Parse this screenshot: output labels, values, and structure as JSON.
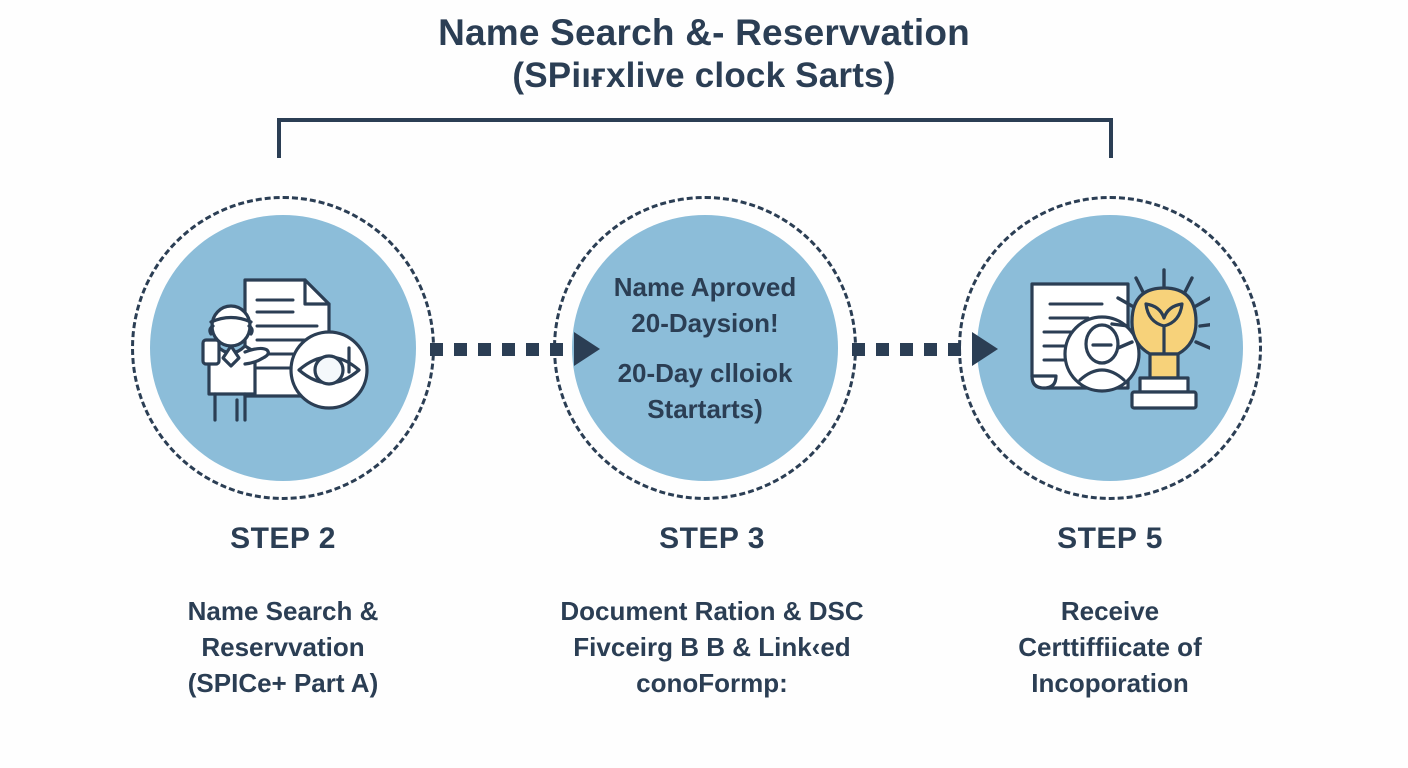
{
  "header": {
    "title_line1": "Name Search &- Reservvation",
    "title_line2": "(SPiıғxlive clock Sarts)"
  },
  "colors": {
    "ink": "#2b3e54",
    "disc_blue": "#8cbdd9",
    "bulb_yellow": "#f7d27a",
    "background": "#fefefe",
    "paper": "#ffffff"
  },
  "steps": [
    {
      "id": "step-2",
      "step_label": "STEP 2",
      "description_lines": [
        "Name Search &",
        "Reservvation",
        "(SPICe+ Part A)"
      ],
      "icon": "person-document-eye-icon",
      "bubble_text": null
    },
    {
      "id": "step-3",
      "step_label": "STEP 3",
      "description_lines": [
        "Document Ration & DSC",
        "Fivceirg B B &  Link‹ed",
        "conoFormp:"
      ],
      "icon": "text-bubble",
      "bubble_text": {
        "group1": [
          "Name Aproved",
          "20-Daysion!"
        ],
        "group2": [
          "20-Day clloiok",
          "Startarts)"
        ]
      }
    },
    {
      "id": "step-5",
      "step_label": "STEP 5",
      "description_lines": [
        "Receive",
        "Certtiffiicate of",
        "Incoporation"
      ],
      "icon": "certificate-avatar-bulb-icon",
      "bubble_text": null
    }
  ],
  "connectors": [
    {
      "id": "arrow-1-2",
      "dots": 6,
      "style": "dotted-arrow"
    },
    {
      "id": "arrow-2-3",
      "dots": 5,
      "style": "dotted-arrow"
    }
  ],
  "bracket": {
    "id": "title-span-bracket",
    "style": "square-bracket-down"
  }
}
